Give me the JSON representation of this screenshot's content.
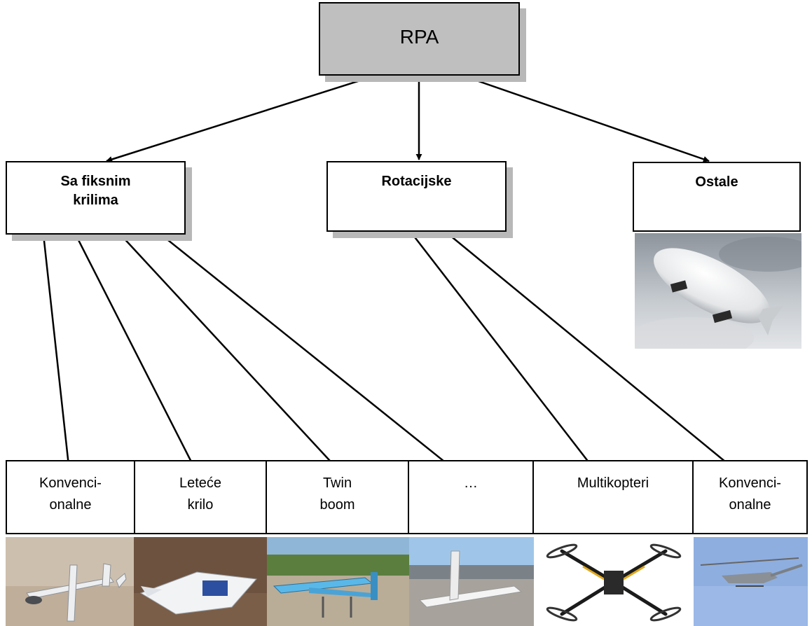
{
  "root": {
    "label": "RPA"
  },
  "categories": {
    "fixed": {
      "label": "Sa fiksnim\nkrilima"
    },
    "rotary": {
      "label": "Rotacijske"
    },
    "other": {
      "label": "Ostale"
    }
  },
  "types": [
    {
      "label": "Konvenci-\nonalne"
    },
    {
      "label": "Leteće\nkrilo"
    },
    {
      "label": "Twin\nboom"
    },
    {
      "label": "…"
    },
    {
      "label": "Multikopteri"
    },
    {
      "label": "Konvenci-\nonalne"
    }
  ]
}
